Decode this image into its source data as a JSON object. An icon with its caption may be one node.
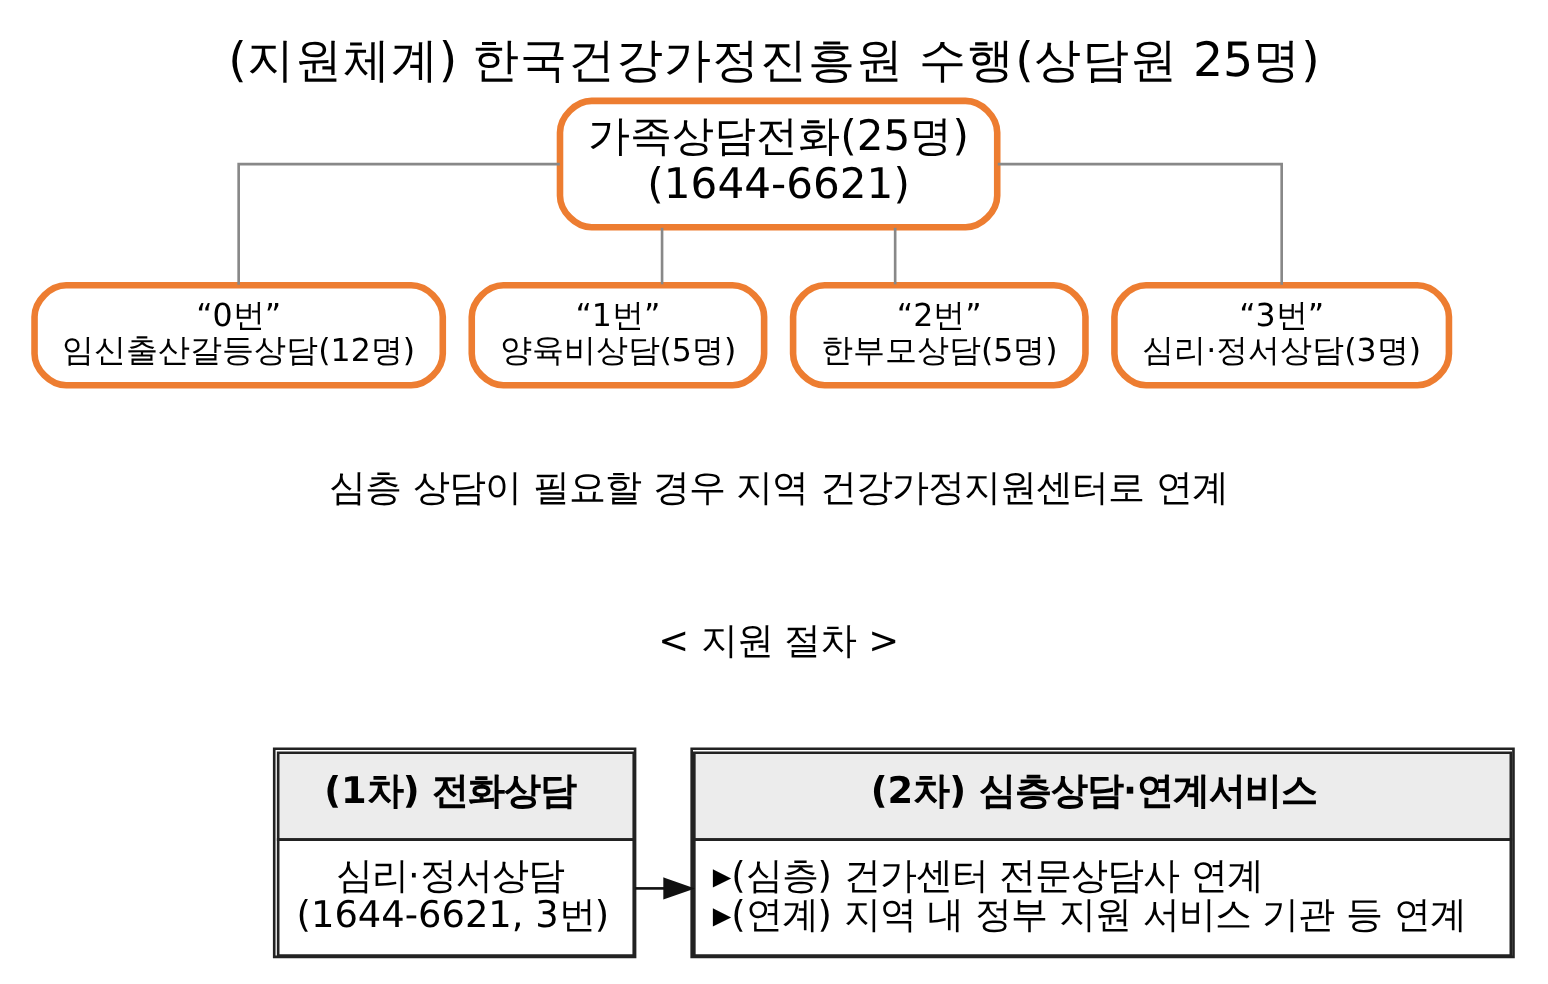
{
  "diagram": {
    "title": "(지원체계) 한국건강가정진흥원 수행(상담원 25명)",
    "nodes": [
      {
        "text": [
          "가족상담전화(25명)",
          "(1644-6621)"
        ]
      },
      {
        "text": [
          "“0번”",
          "임신출산갈등상담(12명)"
        ]
      },
      {
        "text": [
          "“1번”",
          "양육비상담(5명)"
        ]
      },
      {
        "text": [
          "“2번”",
          "한부모상담(5명)"
        ]
      },
      {
        "text": [
          "“3번”",
          "심리·정서상담(3명)"
        ]
      },
      {
        "text": [
          "(1차) 전화상담",
          "심리·정서상담",
          "(1644-6621, 3번)"
        ]
      },
      {
        "text": [
          "(2차) 심층상담·연계서비스",
          "▸(심층) 건가센터 전문상담사 연계",
          "▸(연계) 지역 내 정부 지원 서비스 기관 등 연계"
        ]
      }
    ],
    "edges": [
      {
        "from": 0,
        "to": 1,
        "arrow": "none"
      },
      {
        "from": 0,
        "to": 2,
        "arrow": "none"
      },
      {
        "from": 0,
        "to": 3,
        "arrow": "none"
      },
      {
        "from": 0,
        "to": 4,
        "arrow": "none"
      },
      {
        "from": 5,
        "to": 6,
        "arrow": "to",
        "color": "#111111"
      }
    ],
    "labels": [
      "심층 상담이 필요할 경우 지역 건강가정지원센터로 연계",
      "< 지원 절차 >"
    ]
  }
}
